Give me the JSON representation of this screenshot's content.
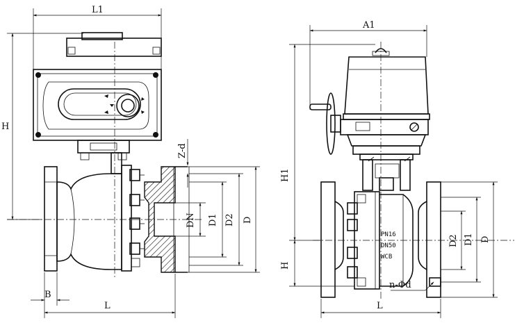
{
  "left_view": {
    "labels": {
      "L1": "L1",
      "H": "H",
      "Z_d": "Z-d",
      "DN": "DN",
      "D1": "D1",
      "D2": "D2",
      "D": "D",
      "B": "B",
      "L": "L"
    }
  },
  "right_view": {
    "labels": {
      "A1": "A1",
      "H1": "H1",
      "H": "H",
      "D2": "D2",
      "D1": "D1",
      "D": "D",
      "L": "L",
      "n_phi_d": "n-Φd"
    },
    "body_marking": {
      "line1": "PN16",
      "line2": "DN50",
      "line3": "WCB"
    }
  }
}
